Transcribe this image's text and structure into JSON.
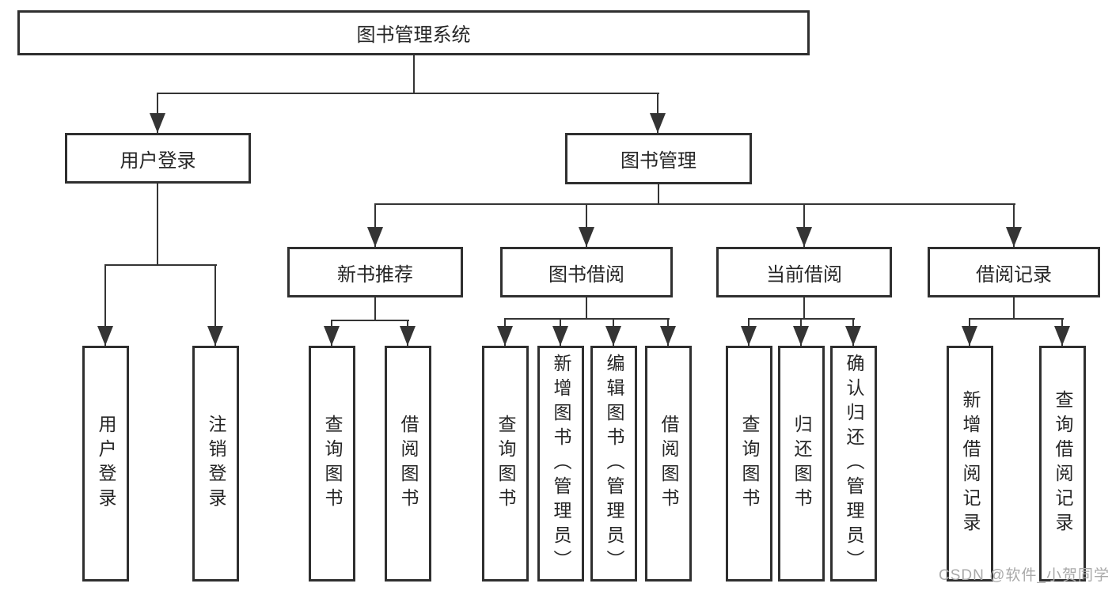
{
  "diagram_type": "hierarchy-tree",
  "colors": {
    "line": "#343434",
    "box_border": "#2f2f2f",
    "text": "#262626",
    "box_fill": "#ffffff",
    "watermark_gray": "#a9a9a9"
  },
  "tree": {
    "label": "图书管理系统",
    "children": [
      {
        "label": "用户登录",
        "children": [
          {
            "label": "用户登录"
          },
          {
            "label": "注销登录"
          }
        ]
      },
      {
        "label": "图书管理",
        "children": [
          {
            "label": "新书推荐",
            "children": [
              {
                "label": "查询图书"
              },
              {
                "label": "借阅图书"
              }
            ]
          },
          {
            "label": "图书借阅",
            "children": [
              {
                "label": "查询图书"
              },
              {
                "label": "新增图书（管理员）"
              },
              {
                "label": "编辑图书（管理员）"
              },
              {
                "label": "借阅图书"
              }
            ]
          },
          {
            "label": "当前借阅",
            "children": [
              {
                "label": "查询图书"
              },
              {
                "label": "归还图书"
              },
              {
                "label": "确认归还（管理员）"
              }
            ]
          },
          {
            "label": "借阅记录",
            "children": [
              {
                "label": "新增借阅记录"
              },
              {
                "label": "查询借阅记录"
              }
            ]
          }
        ]
      }
    ]
  },
  "watermark": {
    "text": "CSDN @软件_小贺同学"
  }
}
